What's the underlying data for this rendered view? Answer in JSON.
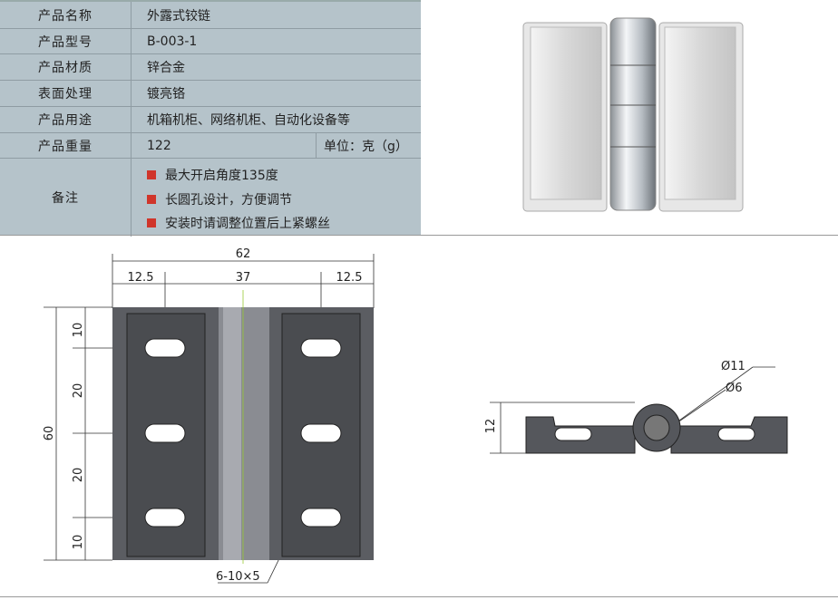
{
  "specs": [
    {
      "label": "产品名称",
      "value": "外露式铰链"
    },
    {
      "label": "产品型号",
      "value": "B-003-1"
    },
    {
      "label": "产品材质",
      "value": "锌合金"
    },
    {
      "label": "表面处理",
      "value": "镀亮铬"
    },
    {
      "label": "产品用途",
      "value": "机箱机柜、网络机柜、自动化设备等"
    },
    {
      "label": "产品重量",
      "value": "122",
      "unit": "单位：克（g）"
    }
  ],
  "notes": {
    "label": "备注",
    "items": [
      "最大开启角度135度",
      "长圆孔设计，方便调节",
      "安装时请调整位置后上紧螺丝"
    ]
  },
  "drawing": {
    "width": "62",
    "left": "12.5",
    "center": "37",
    "right": "12.5",
    "height": "60",
    "v1": "10",
    "v2": "20",
    "v3": "20",
    "v4": "10",
    "holes": "6-10×5",
    "d_outer": "Ø11",
    "d_inner": "Ø6",
    "thickness": "12"
  },
  "colors": {
    "table_bg": "#b5c3ca",
    "bullet": "#d0352a"
  }
}
